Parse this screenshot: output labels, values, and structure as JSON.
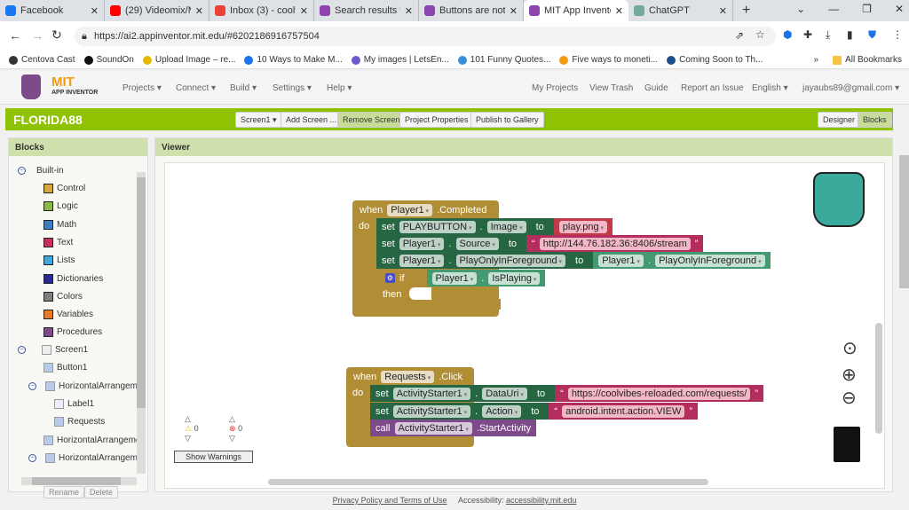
{
  "browser": {
    "tabs": [
      {
        "title": "Facebook",
        "color": "#1877f2"
      },
      {
        "title": "(29) Videomix/M",
        "color": "#ff0000"
      },
      {
        "title": "Inbox (3) - coolv",
        "color": "#ea4335"
      },
      {
        "title": "Search results fo",
        "color": "#8e44ad"
      },
      {
        "title": "Buttons are not",
        "color": "#8e44ad"
      },
      {
        "title": "MIT App Invento",
        "color": "#8e44ad",
        "active": true
      },
      {
        "title": "ChatGPT",
        "color": "#74aa9c"
      }
    ],
    "url": "https://ai2.appinventor.mit.edu/#6202186916757504",
    "bookmarks": [
      "Centova Cast",
      "SoundOn",
      "Upload Image – re...",
      "10 Ways to Make M...",
      "My images | LetsEn...",
      "101 Funny Quotes...",
      "Five ways to moneti...",
      "Coming Soon to Th..."
    ],
    "all_bookmarks": "All Bookmarks"
  },
  "app": {
    "logo_title": "MIT",
    "logo_sub": "APP INVENTOR",
    "menus": [
      "Projects ▾",
      "Connect ▾",
      "Build ▾",
      "Settings ▾",
      "Help ▾"
    ],
    "right_links": [
      "My Projects",
      "View Trash",
      "Guide",
      "Report an Issue",
      "English ▾",
      "jayaubs89@gmail.com ▾"
    ]
  },
  "toolbar": {
    "project": "FLORIDA88",
    "screen": "Screen1 ▾",
    "add_screen": "Add Screen ...",
    "remove_screen": "Remove Screen",
    "project_properties": "Project Properties",
    "publish": "Publish to Gallery",
    "designer": "Designer",
    "blocks": "Blocks"
  },
  "blocks_panel": {
    "title": "Blocks",
    "builtin": "Built-in",
    "categories": [
      {
        "label": "Control",
        "color": "#d5a53f"
      },
      {
        "label": "Logic",
        "color": "#8cb84a"
      },
      {
        "label": "Math",
        "color": "#3f7fc0"
      },
      {
        "label": "Text",
        "color": "#c5305d"
      },
      {
        "label": "Lists",
        "color": "#43a5da"
      },
      {
        "label": "Dictionaries",
        "color": "#2a2a8e"
      },
      {
        "label": "Colors",
        "color": "#7f7f7f"
      },
      {
        "label": "Variables",
        "color": "#e57b2b"
      },
      {
        "label": "Procedures",
        "color": "#7d4b8a"
      }
    ],
    "components": [
      "Screen1",
      "Button1",
      "HorizontalArrangemen",
      "Label1",
      "Requests",
      "HorizontalArrangemen",
      "HorizontalArrangemen"
    ],
    "rename": "Rename",
    "delete": "Delete"
  },
  "viewer": {
    "title": "Viewer",
    "warnings": "0",
    "errors": "0",
    "show_warnings": "Show Warnings",
    "event1": {
      "when": "when",
      "component": "Player1",
      "event": ".Completed",
      "do": "do",
      "r1": {
        "set": "set",
        "comp": "PLAYBUTTON",
        "prop": "Image",
        "to": "to",
        "val": "play.png"
      },
      "r2": {
        "set": "set",
        "comp": "Player1",
        "prop": "Source",
        "to": "to",
        "val": "http://144.76.182.36:8406/stream"
      },
      "r3": {
        "set": "set",
        "comp": "Player1",
        "prop": "PlayOnlyInForeground",
        "to": "to",
        "gcomp": "Player1",
        "gprop": "PlayOnlyInForeground"
      },
      "r4": {
        "if": "if",
        "comp": "Player1",
        "prop": "IsPlaying",
        "then": "then"
      }
    },
    "event2": {
      "when": "when",
      "component": "Requests",
      "event": ".Click",
      "do": "do",
      "r1": {
        "set": "set",
        "comp": "ActivityStarter1",
        "prop": "DataUri",
        "to": "to",
        "val": "https://coolvibes-reloaded.com/requests/"
      },
      "r2": {
        "set": "set",
        "comp": "ActivityStarter1",
        "prop": "Action",
        "to": "to",
        "val": "android.intent.action.VIEW"
      },
      "r3": {
        "call": "call",
        "comp": "ActivityStarter1",
        "method": ".StartActivity"
      }
    }
  },
  "footer": {
    "privacy": "Privacy Policy and Terms of Use",
    "access_label": "Accessibility:",
    "access_link": "accessibility.mit.edu"
  }
}
